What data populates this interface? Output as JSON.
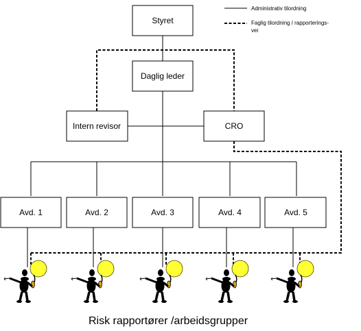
{
  "legend": {
    "solid_label": "Administrativ tilordning",
    "dashed_label_line1": "Faglig tilordning / rapporterings-",
    "dashed_label_line2": "vei"
  },
  "nodes": {
    "board": "Styret",
    "ceo": "Daglig leder",
    "internal_auditor": "Intern revisor",
    "cro": "CRO",
    "departments": [
      "Avd. 1",
      "Avd. 2",
      "Avd. 3",
      "Avd. 4",
      "Avd. 5"
    ]
  },
  "footer": "Risk rapportører /arbeidsgrupper",
  "colors": {
    "lamp": "#ffff33",
    "figure": "#000000",
    "torch": "#d9a020"
  }
}
